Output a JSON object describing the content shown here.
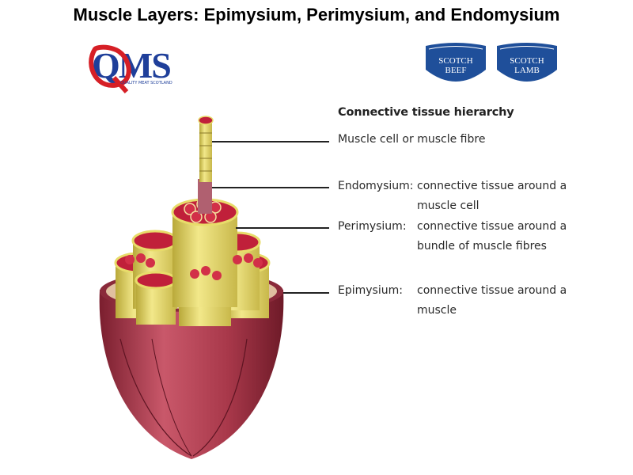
{
  "title": "Muscle Layers: Epimysium, Perimysium, and Endomysium",
  "logos": {
    "qms_text": "QMS",
    "qms_subtext": "QUALITY MEAT SCOTLAND",
    "badge1_line1": "SCOTCH",
    "badge1_line2": "BEEF",
    "badge2_line1": "SCOTCH",
    "badge2_line2": "LAMB"
  },
  "legend": {
    "heading": "Connective tissue hierarchy",
    "items": [
      {
        "term": "Muscle cell or muscle fibre",
        "desc": ""
      },
      {
        "term": "Endomysium:",
        "desc": "connective tissue around a muscle cell"
      },
      {
        "term": "Perimysium:",
        "desc": "connective tissue around a bundle of muscle fibres"
      },
      {
        "term": "Epimysium:",
        "desc": "connective tissue around a muscle"
      }
    ]
  },
  "colors": {
    "fibre_red": "#c0203a",
    "sheath_yellow": "#e8dc6a",
    "muscle_maroon": "#a8384a",
    "qms_red": "#d61f26",
    "qms_blue": "#1f3f9a",
    "badge_blue": "#1f4f9a"
  }
}
